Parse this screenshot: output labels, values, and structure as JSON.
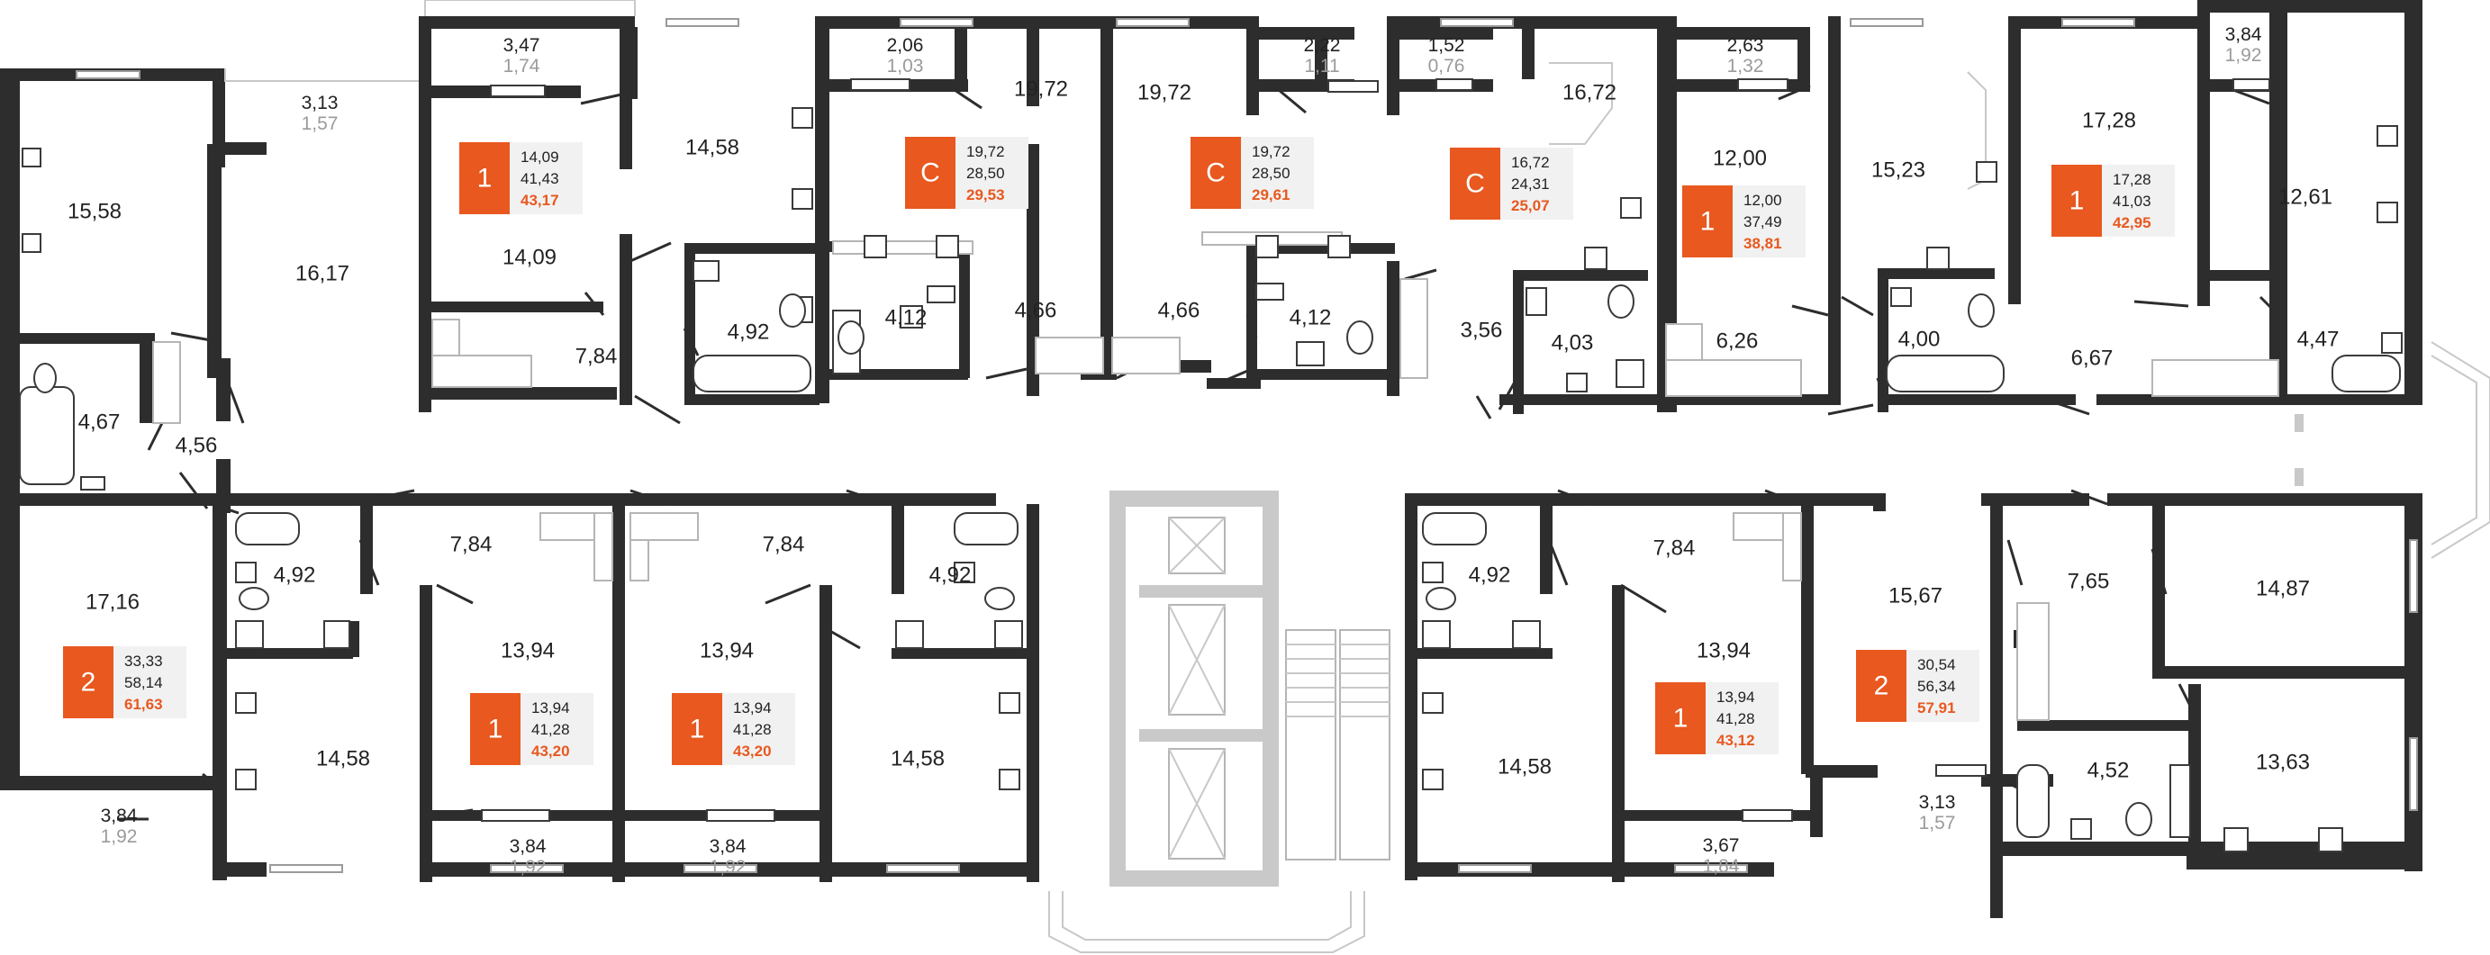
{
  "rooms": [
    {
      "id": "r1",
      "label": "15,58"
    },
    {
      "id": "r2",
      "label": "16,17"
    },
    {
      "id": "r3",
      "label": "4,67"
    },
    {
      "id": "r4",
      "label": "4,56"
    },
    {
      "id": "r5",
      "label": "14,09"
    },
    {
      "id": "r6",
      "label": "14,58"
    },
    {
      "id": "r7",
      "label": "7,84"
    },
    {
      "id": "r8",
      "label": "4,92"
    },
    {
      "id": "r9",
      "label": "19,72"
    },
    {
      "id": "r10",
      "label": "4,12"
    },
    {
      "id": "r11",
      "label": "4,66"
    },
    {
      "id": "r12",
      "label": "4,66"
    },
    {
      "id": "r13",
      "label": "19,72"
    },
    {
      "id": "r14",
      "label": "4,12"
    },
    {
      "id": "r15",
      "label": "16,72"
    },
    {
      "id": "r16",
      "label": "3,56"
    },
    {
      "id": "r17",
      "label": "4,03"
    },
    {
      "id": "r18",
      "label": "12,00"
    },
    {
      "id": "r19",
      "label": "6,26"
    },
    {
      "id": "r20",
      "label": "15,23"
    },
    {
      "id": "r21",
      "label": "4,00"
    },
    {
      "id": "r22",
      "label": "17,28"
    },
    {
      "id": "r23",
      "label": "6,67"
    },
    {
      "id": "r24",
      "label": "12,61"
    },
    {
      "id": "r25",
      "label": "4,47"
    },
    {
      "id": "r26",
      "label": "17,16"
    },
    {
      "id": "r27",
      "label": "4,92"
    },
    {
      "id": "r28",
      "label": "14,58"
    },
    {
      "id": "r29",
      "label": "7,84"
    },
    {
      "id": "r30",
      "label": "13,94"
    },
    {
      "id": "r31",
      "label": "7,84"
    },
    {
      "id": "r32",
      "label": "13,94"
    },
    {
      "id": "r33",
      "label": "4,92"
    },
    {
      "id": "r34",
      "label": "14,58"
    },
    {
      "id": "r35",
      "label": "4,92"
    },
    {
      "id": "r36",
      "label": "14,58"
    },
    {
      "id": "r37",
      "label": "7,84"
    },
    {
      "id": "r38",
      "label": "13,94"
    },
    {
      "id": "r39",
      "label": "15,67"
    },
    {
      "id": "r40",
      "label": "7,65"
    },
    {
      "id": "r41",
      "label": "14,87"
    },
    {
      "id": "r42",
      "label": "4,52"
    },
    {
      "id": "r43",
      "label": "13,63"
    }
  ],
  "balconies": [
    {
      "area": "3,47",
      "reduced": "1,74"
    },
    {
      "area": "3,13",
      "reduced": "1,57"
    },
    {
      "area": "2,06",
      "reduced": "1,03"
    },
    {
      "area": "2,22",
      "reduced": "1,11"
    },
    {
      "area": "1,52",
      "reduced": "0,76"
    },
    {
      "area": "2,63",
      "reduced": "1,32"
    },
    {
      "area": "3,84",
      "reduced": "1,92"
    },
    {
      "area": "3,84",
      "reduced": "1,92"
    },
    {
      "area": "3,84",
      "reduced": "1,92"
    },
    {
      "area": "3,84",
      "reduced": "1,92"
    },
    {
      "area": "3,67",
      "reduced": "1,84"
    },
    {
      "area": "3,13",
      "reduced": "1,57"
    }
  ],
  "apartments": [
    {
      "rooms": "1",
      "living": "14,09",
      "total": "41,43",
      "total_with_balcony": "43,17"
    },
    {
      "rooms": "С",
      "living": "19,72",
      "total": "28,50",
      "total_with_balcony": "29,53"
    },
    {
      "rooms": "С",
      "living": "19,72",
      "total": "28,50",
      "total_with_balcony": "29,61"
    },
    {
      "rooms": "С",
      "living": "16,72",
      "total": "24,31",
      "total_with_balcony": "25,07"
    },
    {
      "rooms": "1",
      "living": "12,00",
      "total": "37,49",
      "total_with_balcony": "38,81"
    },
    {
      "rooms": "1",
      "living": "17,28",
      "total": "41,03",
      "total_with_balcony": "42,95"
    },
    {
      "rooms": "2",
      "living": "33,33",
      "total": "58,14",
      "total_with_balcony": "61,63"
    },
    {
      "rooms": "1",
      "living": "13,94",
      "total": "41,28",
      "total_with_balcony": "43,20"
    },
    {
      "rooms": "1",
      "living": "13,94",
      "total": "41,28",
      "total_with_balcony": "43,20"
    },
    {
      "rooms": "1",
      "living": "13,94",
      "total": "41,28",
      "total_with_balcony": "43,12"
    },
    {
      "rooms": "2",
      "living": "30,54",
      "total": "56,34",
      "total_with_balcony": "57,91"
    }
  ],
  "colors": {
    "accent": "#e8581f",
    "wall": "#2d2d2d",
    "card": "#f1f1f1",
    "core": "#c9c9c9"
  }
}
